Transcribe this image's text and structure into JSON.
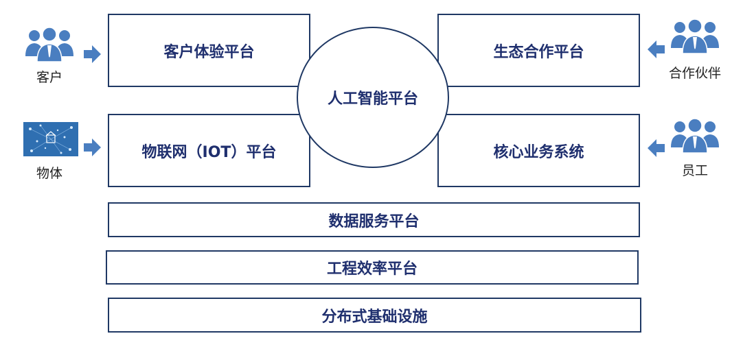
{
  "colors": {
    "border": "#1f3864",
    "text": "#1f2f6e",
    "icon": "#4a7ec0"
  },
  "platforms": {
    "customer_experience": "客户体验平台",
    "ecosystem": "生态合作平台",
    "ai": "人工智能平台",
    "iot": "物联网（IOT）平台",
    "core_business": "核心业务系统",
    "data_service": "数据服务平台",
    "engineering": "工程效率平台",
    "infrastructure": "分布式基础设施"
  },
  "actors": {
    "customer": "客户",
    "things": "物体",
    "partner": "合作伙伴",
    "employee": "员工"
  },
  "icons": {
    "people": "people-group-icon",
    "iot": "iot-network-icon",
    "arrow": "arrow-icon"
  }
}
